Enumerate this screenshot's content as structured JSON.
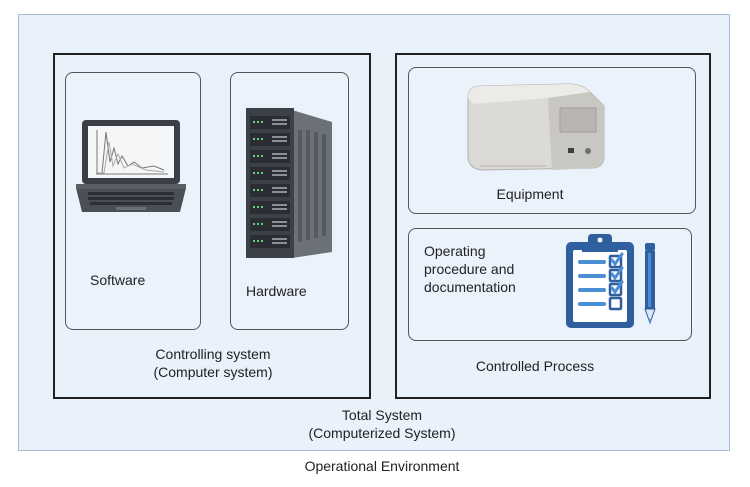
{
  "environment_label": "Operational Environment",
  "total_system_label": "Total System\n(Computerized System)",
  "controlling": {
    "label": "Controlling system\n(Computer system)",
    "software_label": "Software",
    "hardware_label": "Hardware"
  },
  "controlled": {
    "label": "Controlled Process",
    "equipment_label": "Equipment",
    "procedure_label": "Operating\nprocedure and\ndocumentation"
  },
  "icons": {
    "laptop": "laptop-icon",
    "server": "server-rack-icon",
    "instrument": "lab-instrument-icon",
    "clipboard": "checklist-clipboard-icon",
    "pen": "pen-icon"
  },
  "colors": {
    "background": "#e9f1fb",
    "clipboard_blue": "#2f5f9e",
    "check_blue": "#4a8fd6"
  }
}
